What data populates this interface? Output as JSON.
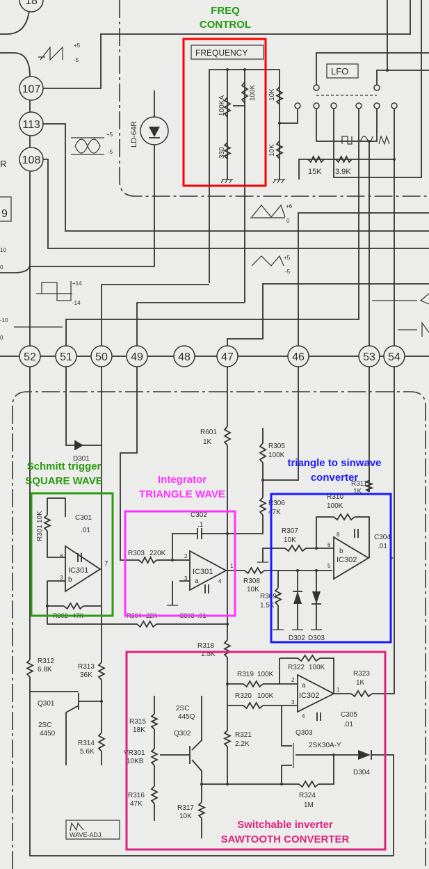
{
  "annotations": {
    "freq_line1": "FREQ",
    "freq_line2": "CONTROL",
    "schmitt_line1": "Schmitt trigger",
    "schmitt_line2": "SQUARE WAVE",
    "integrator_line1": "Integrator",
    "integrator_line2": "TRIANGLE WAVE",
    "sine_line1": "triangle to sinwave",
    "sine_line2": "converter",
    "saw_line1": "Switchable inverter",
    "saw_line2": "SAWTOOTH CONVERTER"
  },
  "colors": {
    "freq": "#ff0000",
    "freq_text": "#1f9a10",
    "schmitt": "#2a9a10",
    "integrator": "#ff33ff",
    "sine": "#1a1aff",
    "saw": "#e0207f"
  },
  "top": {
    "frequency_label": "FREQUENCY",
    "lfo_label": "LFO",
    "led": "LD-64R",
    "box_9": "9",
    "left_r": "R",
    "pot_100ka": "100KA",
    "res_100k": "100K",
    "res_330": "330",
    "res_10k_a": "10K",
    "res_10k_b": "10K",
    "res_15k": "15K",
    "res_39k": "3.9K"
  },
  "levels": {
    "saw_pos": "+5",
    "saw_neg": "-5",
    "sine_pos": "+5",
    "sine_neg": "-5",
    "tri6_pos": "+6",
    "tri6_zero": "0",
    "tri5_pos": "+5",
    "tri5_neg": "-5",
    "sq_pos": "+14",
    "sq_neg": "-14",
    "left_10": "10",
    "left_0": "0",
    "left_m10": "-10",
    "left_0b": "0"
  },
  "connectors": {
    "c18": "18",
    "c107": "107",
    "c113": "113",
    "c108": "108",
    "c52": "52",
    "c51": "51",
    "c50": "50",
    "c49": "49",
    "c48": "48",
    "c47": "47",
    "c46": "46",
    "c53": "53",
    "c54": "54"
  },
  "components": {
    "R601": {
      "ref": "R601",
      "value": "1K"
    },
    "R305": {
      "ref": "R305",
      "value": "100K"
    },
    "R306": {
      "ref": "R306",
      "value": "47K"
    },
    "R311": {
      "ref": "R311",
      "value": "1K"
    },
    "R310": {
      "ref": "R310",
      "value": "100K"
    },
    "R307": {
      "ref": "R307",
      "value": "10K"
    },
    "R308": {
      "ref": "R308",
      "value": "10K"
    },
    "R309": {
      "ref": "R309",
      "value": "1.5K"
    },
    "R301": {
      "ref": "R301",
      "value": "10K"
    },
    "R302": {
      "ref": "R302",
      "value": "47K"
    },
    "R303": {
      "ref": "R303",
      "value": "220K"
    },
    "R304": {
      "ref": "R304",
      "value": "22K"
    },
    "C301": {
      "ref": "C301",
      "value": ".01"
    },
    "C302": {
      "ref": "C302",
      "value": ".1"
    },
    "C303": {
      "ref": "C303",
      "value": ".01"
    },
    "C304": {
      "ref": "C304",
      "value": ".01"
    },
    "C305": {
      "ref": "C305",
      "value": ".01"
    },
    "D301": {
      "ref": "D301"
    },
    "D302": {
      "ref": "D302"
    },
    "D303": {
      "ref": "D303"
    },
    "D304": {
      "ref": "D304"
    },
    "IC301b": {
      "ref": "IC301",
      "unit": "b"
    },
    "IC301a": {
      "ref": "IC301",
      "unit": "a"
    },
    "IC302b": {
      "ref": "IC302",
      "unit": "b"
    },
    "IC302a": {
      "ref": "IC302",
      "unit": "a"
    },
    "R318": {
      "ref": "R318",
      "value": "1.5K"
    },
    "R319": {
      "ref": "R319",
      "value": "100K"
    },
    "R320": {
      "ref": "R320",
      "value": "100K"
    },
    "R321": {
      "ref": "R321",
      "value": "2.2K"
    },
    "R322": {
      "ref": "R322",
      "value": "100K"
    },
    "R323": {
      "ref": "R323",
      "value": "1K"
    },
    "R324": {
      "ref": "R324",
      "value": "1M"
    },
    "R312": {
      "ref": "R312",
      "value": "6.8K"
    },
    "R313": {
      "ref": "R313",
      "value": "36K"
    },
    "R314": {
      "ref": "R314",
      "value": "5.6K"
    },
    "R315": {
      "ref": "R315",
      "value": "18K"
    },
    "R316": {
      "ref": "R316",
      "value": "47K"
    },
    "R317": {
      "ref": "R317",
      "value": "10K"
    },
    "VR301": {
      "ref": "VR301",
      "value": "10KB"
    },
    "Q301": {
      "ref": "Q301",
      "part1": "2SC",
      "part2": "4450"
    },
    "Q302": {
      "ref": "Q302",
      "part1": "2SC",
      "part2": "445Q"
    },
    "Q303": {
      "ref": "Q303",
      "part": "2SK30A-Y"
    },
    "wave_adj": "WAVE-ADJ."
  },
  "pins": {
    "p7": "7",
    "p8": "8",
    "p3": "3",
    "p2": "2",
    "p1": "1",
    "p4": "4",
    "p6": "6",
    "p5": "5"
  }
}
